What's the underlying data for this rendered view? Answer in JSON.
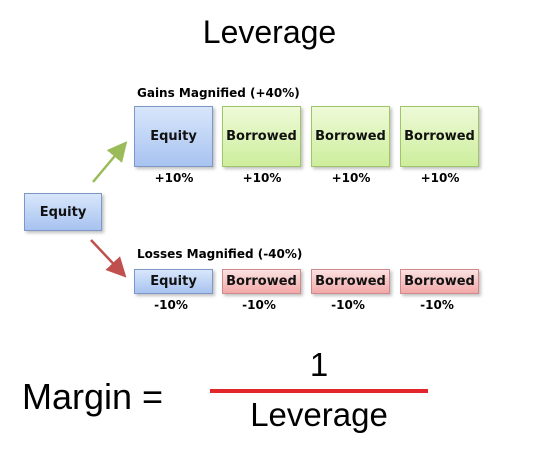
{
  "title": "Leverage",
  "start_box": "Equity",
  "gains": {
    "label": "Gains Magnified (+40%)",
    "boxes": [
      "Equity",
      "Borrowed",
      "Borrowed",
      "Borrowed"
    ],
    "pcts": [
      "+10%",
      "+10%",
      "+10%",
      "+10%"
    ]
  },
  "losses": {
    "label": "Losses Magnified (-40%)",
    "boxes": [
      "Equity",
      "Borrowed",
      "Borrowed",
      "Borrowed"
    ],
    "pcts": [
      "-10%",
      "-10%",
      "-10%",
      "-10%"
    ]
  },
  "formula": {
    "lhs": "Margin =",
    "numerator": "1",
    "denominator": "Leverage"
  },
  "colors": {
    "gain_arrow": "#9bbb59",
    "loss_arrow": "#c0504d",
    "fraction_bar": "#e2262c"
  }
}
